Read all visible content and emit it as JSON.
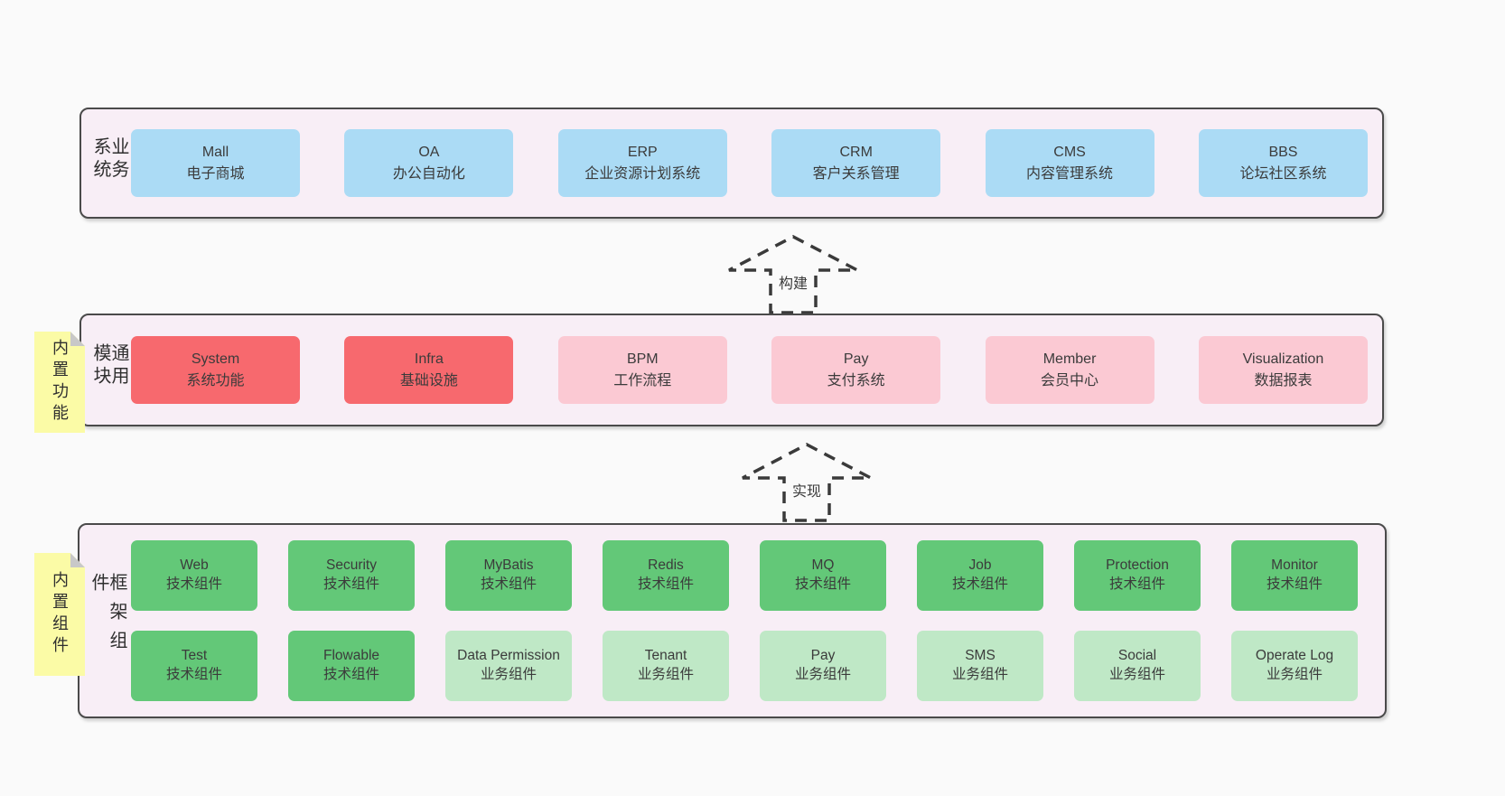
{
  "diagram": {
    "layers": {
      "business": {
        "label": "业务系统",
        "boxes": [
          {
            "name": "Mall",
            "desc": "电子商城",
            "type": "blue"
          },
          {
            "name": "OA",
            "desc": "办公自动化",
            "type": "blue"
          },
          {
            "name": "ERP",
            "desc": "企业资源计划系统",
            "type": "blue"
          },
          {
            "name": "CRM",
            "desc": "客户关系管理",
            "type": "blue"
          },
          {
            "name": "CMS",
            "desc": "内容管理系统",
            "type": "blue"
          },
          {
            "name": "BBS",
            "desc": "论坛社区系统",
            "type": "blue"
          }
        ]
      },
      "modules": {
        "label": "通用模块",
        "note": "内置功能",
        "boxes": [
          {
            "name": "System",
            "desc": "系统功能",
            "type": "red"
          },
          {
            "name": "Infra",
            "desc": "基础设施",
            "type": "red"
          },
          {
            "name": "BPM",
            "desc": "工作流程",
            "type": "pink"
          },
          {
            "name": "Pay",
            "desc": "支付系统",
            "type": "pink"
          },
          {
            "name": "Member",
            "desc": "会员中心",
            "type": "pink"
          },
          {
            "name": "Visualization",
            "desc": "数据报表",
            "type": "pink"
          }
        ]
      },
      "framework": {
        "label": "框架组件",
        "note": "内置组件",
        "rows": [
          [
            {
              "name": "Web",
              "desc": "技术组件",
              "type": "green"
            },
            {
              "name": "Security",
              "desc": "技术组件",
              "type": "green"
            },
            {
              "name": "MyBatis",
              "desc": "技术组件",
              "type": "green"
            },
            {
              "name": "Redis",
              "desc": "技术组件",
              "type": "green"
            },
            {
              "name": "MQ",
              "desc": "技术组件",
              "type": "green"
            },
            {
              "name": "Job",
              "desc": "技术组件",
              "type": "green"
            },
            {
              "name": "Protection",
              "desc": "技术组件",
              "type": "green"
            },
            {
              "name": "Monitor",
              "desc": "技术组件",
              "type": "green"
            }
          ],
          [
            {
              "name": "Test",
              "desc": "技术组件",
              "type": "green"
            },
            {
              "name": "Flowable",
              "desc": "技术组件",
              "type": "green"
            },
            {
              "name": "Data Permission",
              "desc": "业务组件",
              "type": "lightgreen"
            },
            {
              "name": "Tenant",
              "desc": "业务组件",
              "type": "lightgreen"
            },
            {
              "name": "Pay",
              "desc": "业务组件",
              "type": "lightgreen"
            },
            {
              "name": "SMS",
              "desc": "业务组件",
              "type": "lightgreen"
            },
            {
              "name": "Social",
              "desc": "业务组件",
              "type": "lightgreen"
            },
            {
              "name": "Operate Log",
              "desc": "业务组件",
              "type": "lightgreen"
            }
          ]
        ]
      }
    },
    "arrows": {
      "build": {
        "label": "构建"
      },
      "implement": {
        "label": "实现"
      }
    }
  },
  "colors": {
    "page_bg": "#FAFAFA",
    "container_bg": "#F8EEF6",
    "container_border": "#4A4A4A",
    "box_blue": "#ABDBF5",
    "box_red": "#F7696E",
    "box_pink": "#FBC9D3",
    "box_green": "#63C878",
    "box_lightgreen": "#BFE8C6",
    "note_bg": "#FBFBA6",
    "note_fold": "#C8C8C8",
    "text": "#3B3B3B"
  }
}
